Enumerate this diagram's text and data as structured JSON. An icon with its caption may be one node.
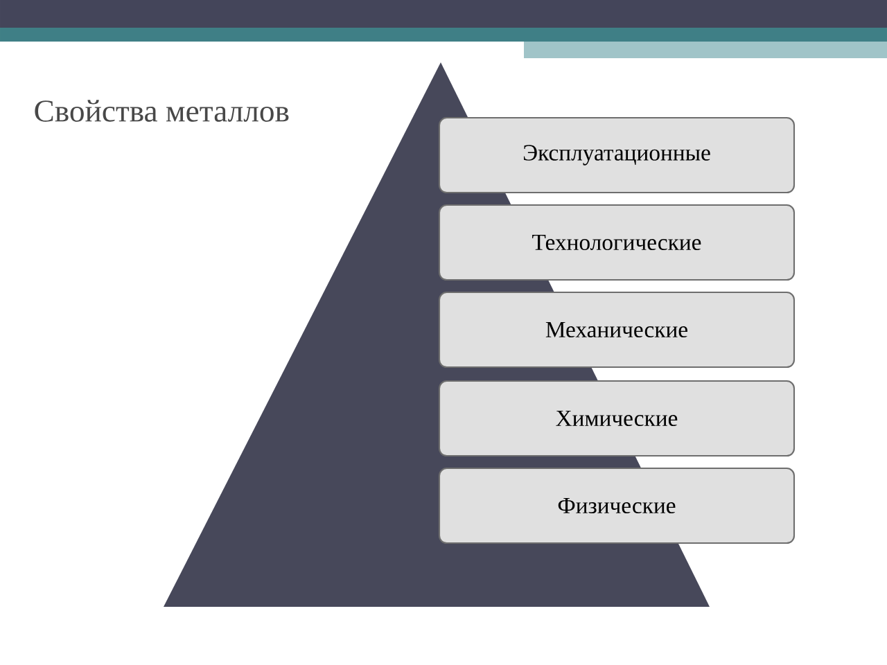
{
  "diagram": {
    "title": "Свойства металлов",
    "nodes": [
      {
        "text": [
          "Эксплуатационные"
        ]
      },
      {
        "text": [
          "Технологические"
        ]
      },
      {
        "text": [
          "Механические"
        ]
      },
      {
        "text": [
          "Химические"
        ]
      },
      {
        "text": [
          "Физические"
        ]
      }
    ]
  }
}
